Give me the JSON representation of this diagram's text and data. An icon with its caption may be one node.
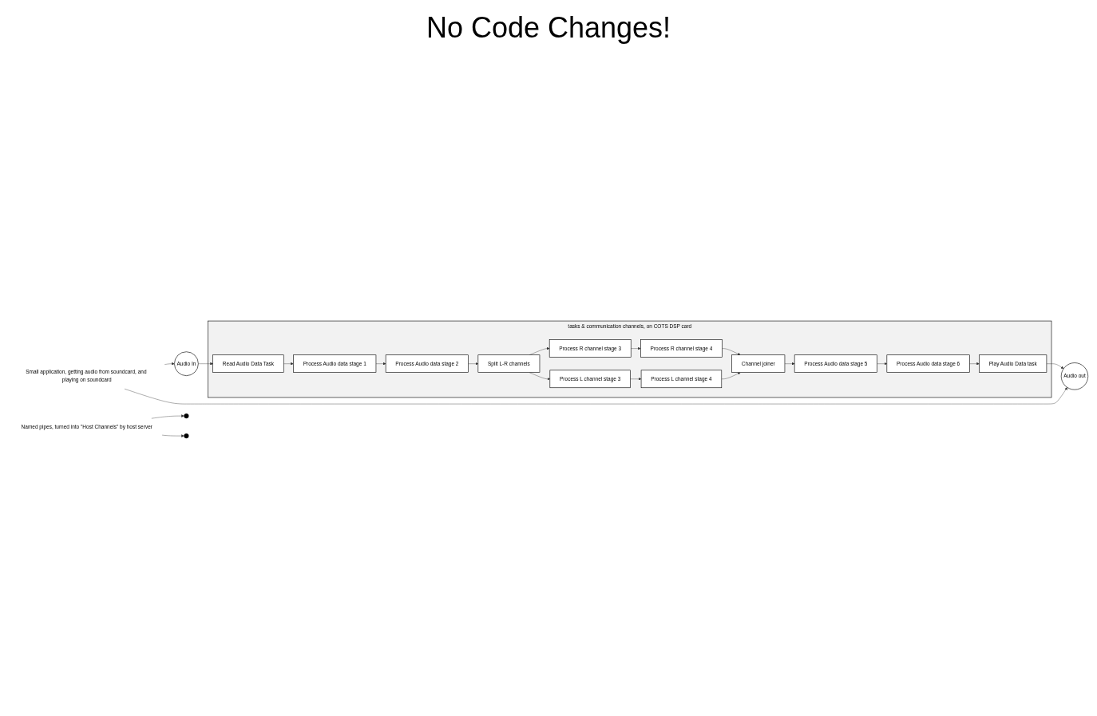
{
  "diagram": {
    "nodes": [
      {
        "text": [
          "tasks & communication channels, on COTS DSP card"
        ]
      },
      {
        "text": [
          "Audio In"
        ]
      },
      {
        "text": [
          "Read Audio Data Task"
        ],
        "in": 0
      },
      {
        "text": [
          "Process Audio data stage 1"
        ],
        "in": 0
      },
      {
        "text": [
          "Process Audio data stage 2"
        ],
        "in": 0
      },
      {
        "text": [
          "Split L-R channels"
        ],
        "in": 0
      },
      {
        "text": [
          "Process R channel stage 3"
        ],
        "in": 0
      },
      {
        "text": [
          "Process L channel stage 3"
        ],
        "in": 0
      },
      {
        "text": [
          "Process R channel stage 4"
        ],
        "in": 0
      },
      {
        "text": [
          "Process L channel stage 4"
        ],
        "in": 0
      },
      {
        "text": [
          "Channel joiner"
        ],
        "in": 0
      },
      {
        "text": [
          "Process Audio data stage 5"
        ],
        "in": 0
      },
      {
        "text": [
          "Process Audio data stage 6"
        ],
        "in": 0
      },
      {
        "text": [
          "Play Audio Data task"
        ],
        "in": 0
      },
      {
        "text": [
          "Audio out"
        ]
      },
      {
        "text": [
          "Small application, getting audio from soundcard, and playing on soundcard"
        ]
      },
      {
        "text": [
          "Named pipes, turned into \"Host Channels\" by host server"
        ]
      }
    ],
    "edges": [
      {
        "from": 1,
        "to": 2,
        "arrow": "to"
      },
      {
        "from": 2,
        "to": 3,
        "arrow": "to"
      },
      {
        "from": 3,
        "to": 4,
        "arrow": "to"
      },
      {
        "from": 4,
        "to": 5,
        "arrow": "to"
      },
      {
        "from": 5,
        "to": 6,
        "arrow": "to"
      },
      {
        "from": 5,
        "to": 7,
        "arrow": "to"
      },
      {
        "from": 6,
        "to": 8,
        "arrow": "to"
      },
      {
        "from": 7,
        "to": 9,
        "arrow": "to"
      },
      {
        "from": 8,
        "to": 10,
        "arrow": "to"
      },
      {
        "from": 9,
        "to": 10,
        "arrow": "to"
      },
      {
        "from": 10,
        "to": 11,
        "arrow": "to"
      },
      {
        "from": 11,
        "to": 12,
        "arrow": "to"
      },
      {
        "from": 12,
        "to": 13,
        "arrow": "to"
      },
      {
        "from": 13,
        "to": 14,
        "arrow": "to"
      },
      {
        "from": 15,
        "to": 1,
        "arrow": "to"
      },
      {
        "from": 15,
        "to": 14,
        "arrow": "to"
      },
      {
        "from": 16,
        "to": null,
        "arrow": "to"
      },
      {
        "from": 16,
        "to": null,
        "arrow": "to"
      }
    ],
    "labels": [
      "No Code Changes!"
    ]
  }
}
